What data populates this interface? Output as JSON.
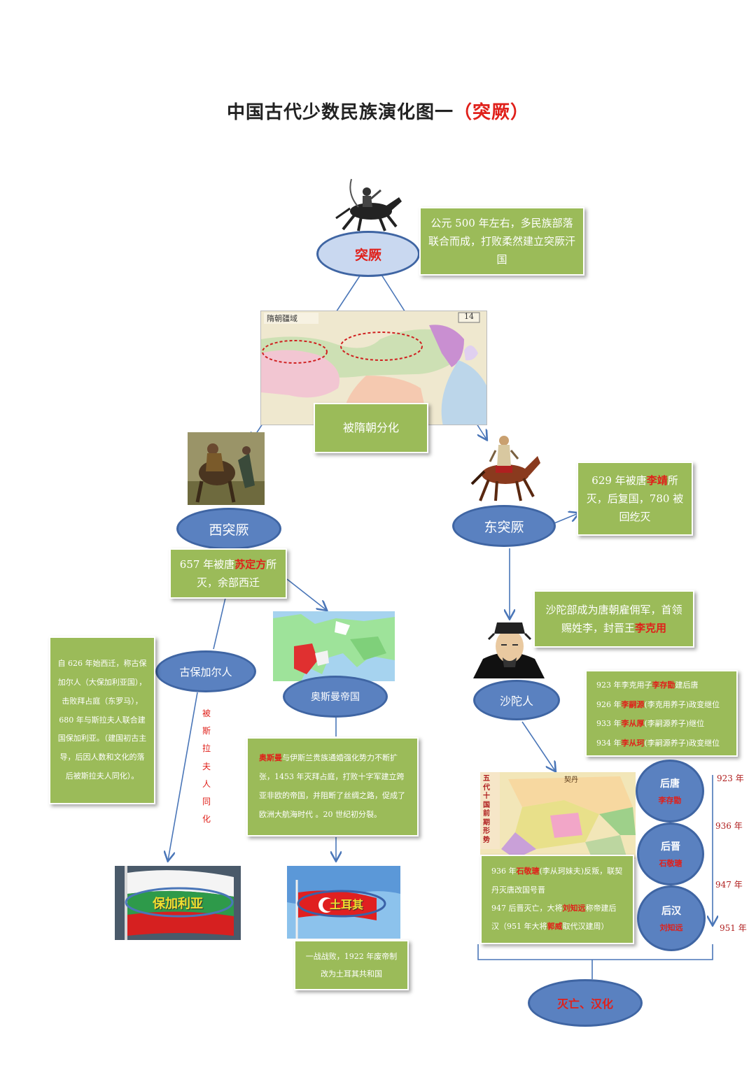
{
  "title": {
    "main": "中国古代少数民族演化图一",
    "highlight": "（突厥）"
  },
  "nodes": {
    "tujue": "突厥",
    "xi": "西突厥",
    "dong": "东突厥",
    "gubaojiaer": "古保加尔人",
    "aosiman": "奥斯曼帝国",
    "shatuo": "沙陀人",
    "baojialiya": "保加利亚",
    "tuerqi": "土耳其",
    "end": "灭亡、汉化"
  },
  "boxes": {
    "origin": "公元 500 年左右，多民族部落联合而成，打败柔然建立突厥汗国",
    "sui": "被隋朝分化",
    "dong": {
      "pre": "629 年被唐",
      "red": "李靖",
      "post": "所灭，后复国，780 被回纥灭"
    },
    "xi": {
      "pre": "657 年被唐",
      "red": "苏定方",
      "post": "所灭，余部西迁"
    },
    "shatuo": {
      "pre": "沙陀部成为唐朝雇佣军，首领赐姓李，封晋王",
      "red": "李克用"
    },
    "bulgar": "自 626 年始西迁，称古保加尔人（大保加利亚国），击败拜占庭（东罗马），680 年与斯拉夫人联合建国保加利亚。（建国初古主导，后因人数和文化的落后被斯拉夫人同化）。",
    "ottoman": {
      "red": "奥斯曼",
      "post": "与伊斯兰贵族通婚强化势力不断扩张，1453 年灭拜占庭，打败十字军建立跨亚非欧的帝国，并阻断了丝绸之路，促成了欧洲大航海时代 。20 世纪初分裂。"
    },
    "turkey": "一战战败，1922 年废帝制改为土耳其共和国",
    "later_tang": [
      {
        "pre": "923 年李克用子",
        "red": "李存勖",
        "post": "建后唐"
      },
      {
        "pre": "926 年",
        "red": "李嗣源",
        "post": "(李克用养子)政变继位"
      },
      {
        "pre": "933 年",
        "red": "李从厚",
        "post": "(李嗣源养子)继位"
      },
      {
        "pre": "934 年",
        "red": "李从珂",
        "post": "(李嗣源养子)政变继位"
      }
    ],
    "jin_han": [
      {
        "pre": "936 年",
        "red": "石敬瑭",
        "post": "(李从珂妹夫)反叛，联契丹灭唐改国号晋"
      },
      {
        "pre": "947 后晋灭亡，大将",
        "red": "刘知远",
        "post": "称帝建后汉（951 年大将"
      },
      {
        "pre": "",
        "red": "郭威",
        "post": "取代汉建周）"
      }
    ]
  },
  "side_label": [
    "被",
    "斯",
    "拉",
    "夫",
    "人",
    "同",
    "化"
  ],
  "dynasties": [
    {
      "name": "后唐",
      "ruler": "李存勖"
    },
    {
      "name": "后晋",
      "ruler": "石敬瑭"
    },
    {
      "name": "后汉",
      "ruler": "刘知远"
    }
  ],
  "years": [
    "923 年",
    "936 年",
    "947 年",
    "951 年"
  ],
  "map_labels": {
    "sui_map_title": "隋朝疆域",
    "sui_map_num": "14",
    "five_dyn_title": "五代十国前期形势",
    "qidan": "契丹"
  },
  "colors": {
    "box_green": "#9bbb59",
    "oval_blue": "#5a81c0",
    "accent_red": "#e0201a",
    "arrow": "#4a76b8"
  }
}
